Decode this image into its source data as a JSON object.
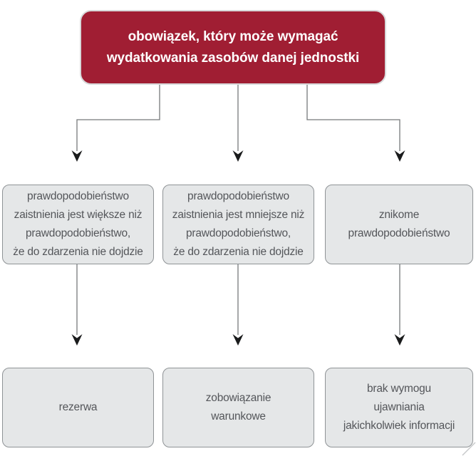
{
  "diagram": {
    "title_semantic": "obligation-provision-decision-flowchart",
    "root": {
      "lines": [
        "obowiązek, który może wymagać",
        "wydatkowania zasobów danej jednostki"
      ],
      "text": "obowiązek, który może wymagać wydatkowania zasobów danej jednostki"
    },
    "conditions": [
      {
        "lines": [
          "prawdopodobieństwo",
          "zaistnienia jest większe niż",
          "prawdopodobieństwo,",
          "że do zdarzenia nie dojdzie"
        ],
        "text": "prawdopodobieństwo zaistnienia jest większe niż prawdopodobieństwo, że do zdarzenia nie dojdzie"
      },
      {
        "lines": [
          "prawdopodobieństwo",
          "zaistnienia jest mniejsze niż",
          "prawdopodobieństwo,",
          "że do zdarzenia nie dojdzie"
        ],
        "text": "prawdopodobieństwo zaistnienia jest mniejsze niż prawdopodobieństwo, że do zdarzenia nie dojdzie"
      },
      {
        "lines": [
          "znikome",
          "prawdopodobieństwo"
        ],
        "text": "znikome prawdopodobieństwo"
      }
    ],
    "outcomes": [
      {
        "lines": [
          "rezerwa"
        ],
        "text": "rezerwa"
      },
      {
        "lines": [
          "zobowiązanie",
          "warunkowe"
        ],
        "text": "zobowiązanie warunkowe"
      },
      {
        "lines": [
          "brak wymogu",
          "ujawniania",
          "jakichkolwiek informacji"
        ],
        "text": "brak wymogu ujawniania jakichkolwiek informacji"
      }
    ],
    "colors": {
      "root_fill": "#a01e33",
      "root_outline": "#d7d9da",
      "root_text": "#ffffff",
      "node_fill": "#e5e7e8",
      "node_border": "#8f9396",
      "node_text": "#54565a",
      "connector_line": "#76797b",
      "arrowhead": "#1a1b1c",
      "background": "#ffffff"
    }
  }
}
